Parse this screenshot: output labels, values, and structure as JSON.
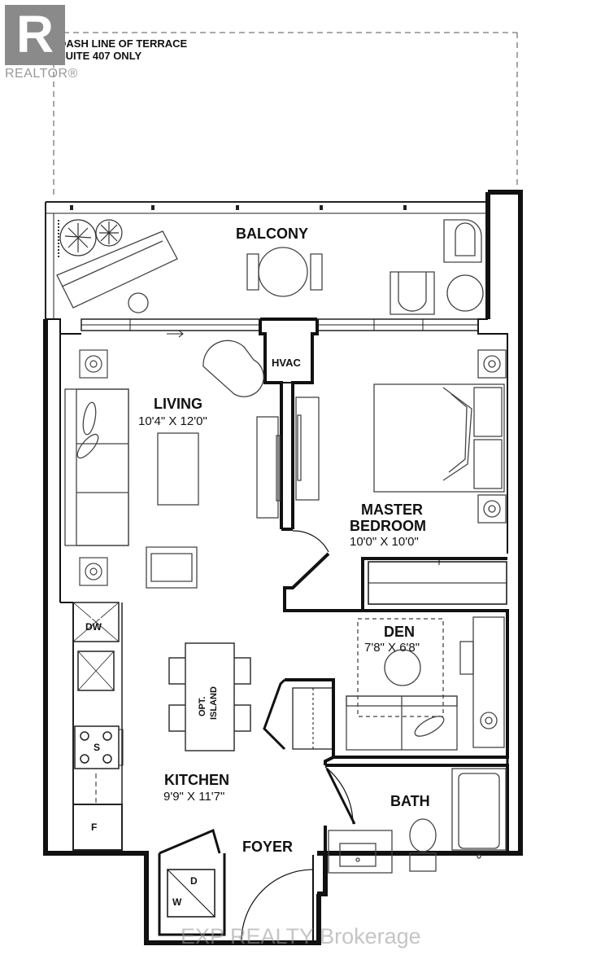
{
  "brand": {
    "logo_letter": "R",
    "text": "REALTOR®"
  },
  "terrace_note": {
    "line1": "DASH LINE OF TERRACE",
    "line2": "SUITE 407 ONLY"
  },
  "rooms": {
    "balcony": {
      "name": "BALCONY"
    },
    "living": {
      "name": "LIVING",
      "dims": "10'4\" X 12'0\""
    },
    "master": {
      "name_line1": "MASTER",
      "name_line2": "BEDROOM",
      "dims": "10'0\" X 10'0\""
    },
    "den": {
      "name": "DEN",
      "dims": "7'8\" X 6'8\""
    },
    "kitchen": {
      "name": "KITCHEN",
      "dims": "9'9\" X 11'7\""
    },
    "bath": {
      "name": "BATH"
    },
    "foyer": {
      "name": "FOYER"
    }
  },
  "fixtures": {
    "hvac": "HVAC",
    "dishwasher": "DW",
    "stove": "S",
    "fridge": "F",
    "dryer": "D",
    "washer": "W",
    "island_line1": "OPT.",
    "island_line2": "ISLAND"
  },
  "watermark": "EXP REALTY Brokerage",
  "colors": {
    "wall": "#111111",
    "furniture": "#444444",
    "logo": "#8a8a8a",
    "watermark": "#969696"
  }
}
